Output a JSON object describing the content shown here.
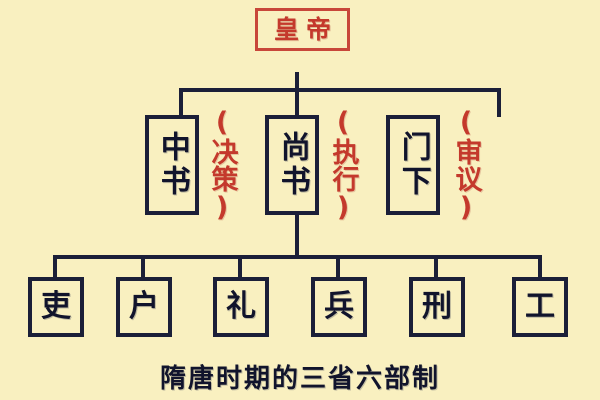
{
  "diagram": {
    "caption": "隋唐时期的三省六部制",
    "colors": {
      "background": "#f9f0c0",
      "line": "#1b1f38",
      "red_accent": "#c4392c",
      "box_border": "#1b1f38",
      "emperor_border": "#c8473a"
    },
    "emperor": {
      "label": "皇帝"
    },
    "ministries": [
      {
        "label": "中书",
        "annotation": "(决策)"
      },
      {
        "label": "尚书",
        "annotation": "(执行)"
      },
      {
        "label": "门下",
        "annotation": "(审议)"
      }
    ],
    "departments": [
      {
        "label": "吏"
      },
      {
        "label": "户"
      },
      {
        "label": "礼"
      },
      {
        "label": "兵"
      },
      {
        "label": "刑"
      },
      {
        "label": "工"
      }
    ]
  }
}
